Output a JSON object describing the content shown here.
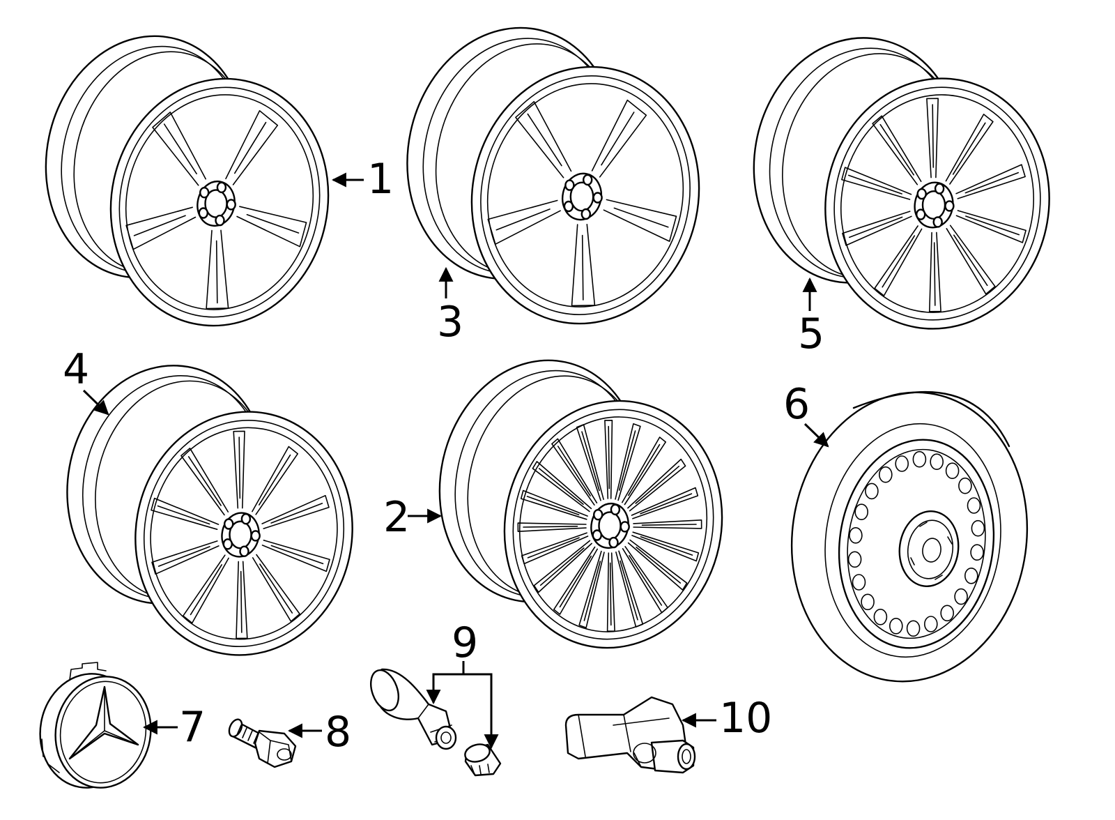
{
  "labels": {
    "p1": "1",
    "p2": "2",
    "p3": "3",
    "p4": "4",
    "p5": "5",
    "p6": "6",
    "p7": "7",
    "p8": "8",
    "p9": "9",
    "p10": "10"
  },
  "wheels": [
    {
      "part": "1",
      "spokes": 5,
      "style": "twin-spoke"
    },
    {
      "part": "3",
      "spokes": 5,
      "style": "y-spoke"
    },
    {
      "part": "5",
      "spokes": 10,
      "style": "double-spoke"
    },
    {
      "part": "4",
      "spokes": 10,
      "style": "double-spoke"
    },
    {
      "part": "2",
      "spokes": 20,
      "style": "multi-spoke"
    }
  ],
  "lug_holes": 5,
  "stroke_color": "#000000",
  "background_color": "#ffffff"
}
